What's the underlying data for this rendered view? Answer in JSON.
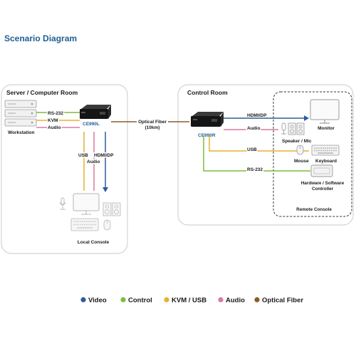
{
  "title": "Scenario Diagram",
  "rooms": {
    "server": "Server / Computer Room",
    "control": "Control Room"
  },
  "devices": {
    "local": "CE990L",
    "remote": "CE990R",
    "workstation": "Workstation",
    "local_console": "Local Console",
    "monitor": "Monitor",
    "speaker_mic": "Speaker / Mic",
    "mouse": "Mouse",
    "keyboard": "Keyboard",
    "hw_controller_1": "Hardware / Software",
    "hw_controller_2": "Controller",
    "remote_console": "Remote Console"
  },
  "links": {
    "rs232_left": "RS-232",
    "kvm_left": "KVM",
    "audio_left": "Audio",
    "usb_down": "USB",
    "audio_down": "Audio",
    "hdmi_down": "HDMI/DP",
    "fiber_1": "Optical Fiber",
    "fiber_2": "(10km)",
    "hdmi_right": "HDMI/DP",
    "audio_right": "Audio",
    "usb_right": "USB",
    "rs232_right": "RS-232"
  },
  "legend": [
    {
      "label": "Video",
      "color": "#2f5b9e"
    },
    {
      "label": "Control",
      "color": "#7dbb3f"
    },
    {
      "label": "KVM / USB",
      "color": "#e8b130"
    },
    {
      "label": "Audio",
      "color": "#d97aa6"
    },
    {
      "label": "Optical Fiber",
      "color": "#8b5a2b"
    }
  ],
  "colors": {
    "title": "#1f5e94",
    "video": "#2f5b9e",
    "control": "#7dbb3f",
    "kvm": "#e8b130",
    "audio": "#d97aa6",
    "fiber": "#8b5a2b",
    "device_label": "#1f5e94"
  }
}
